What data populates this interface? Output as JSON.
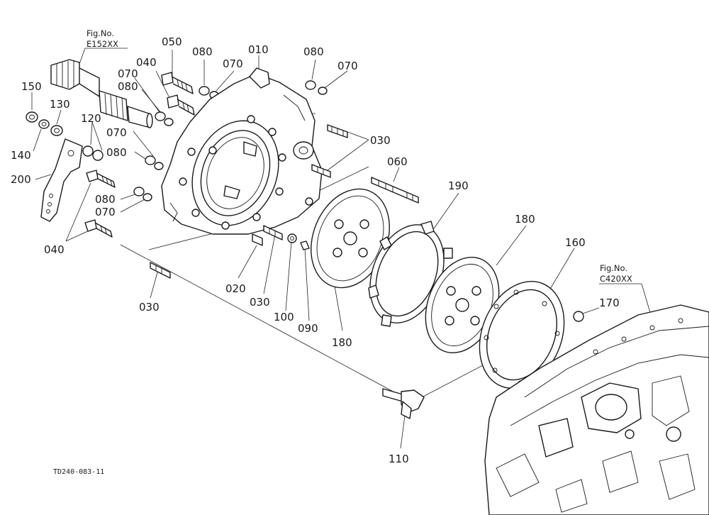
{
  "figure_refs": [
    {
      "line1": "Fig.No.",
      "line2": "E152XX"
    },
    {
      "line1": "Fig.No.",
      "line2": "C420XX"
    }
  ],
  "drawing_code": "TD240-083-11",
  "labels": [
    "050",
    "080",
    "070",
    "010",
    "080",
    "070",
    "040",
    "070",
    "080",
    "150",
    "130",
    "120",
    "070",
    "080",
    "140",
    "200",
    "030",
    "060",
    "080",
    "070",
    "190",
    "040",
    "180",
    "160",
    "020",
    "030",
    "100",
    "090",
    "030",
    "180",
    "170",
    "110"
  ]
}
